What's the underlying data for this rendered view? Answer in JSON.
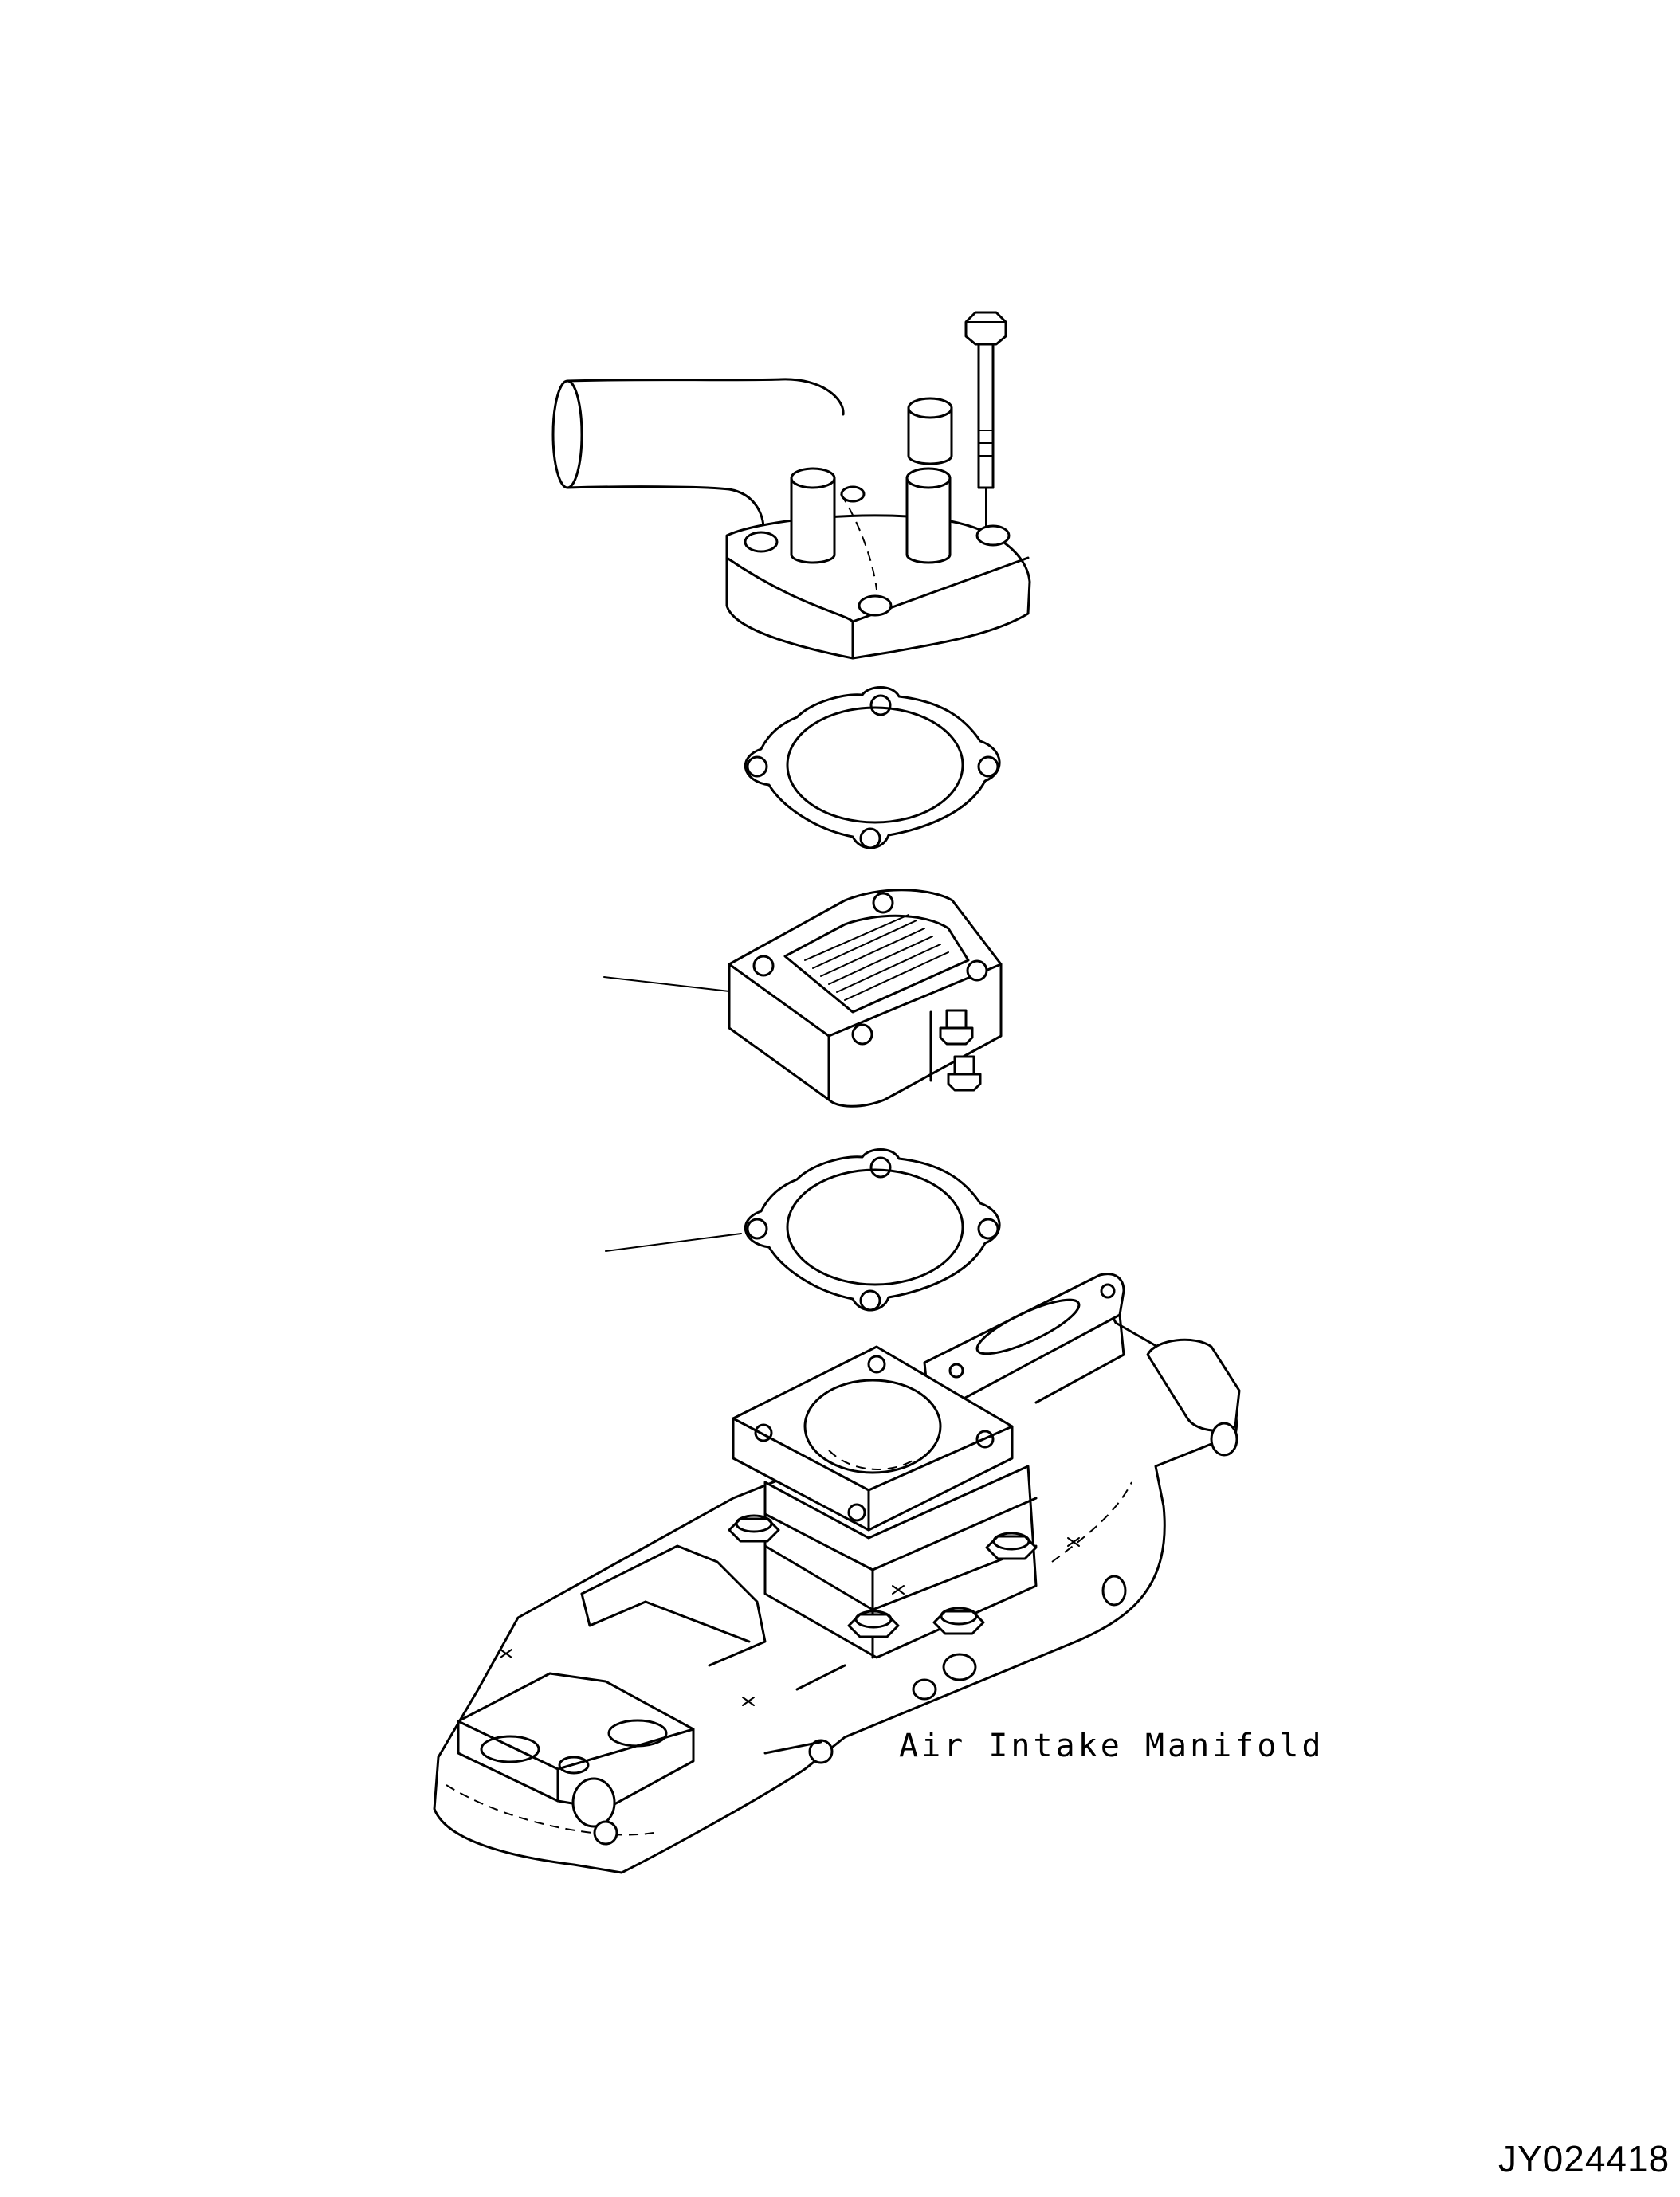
{
  "labels": {
    "manifold": "Air Intake Manifold",
    "drawing_number": "JY024418"
  },
  "parts": [
    "flange-bolt",
    "elbow-connector",
    "upper-gasket",
    "intake-air-heater",
    "lower-gasket",
    "air-intake-manifold"
  ]
}
